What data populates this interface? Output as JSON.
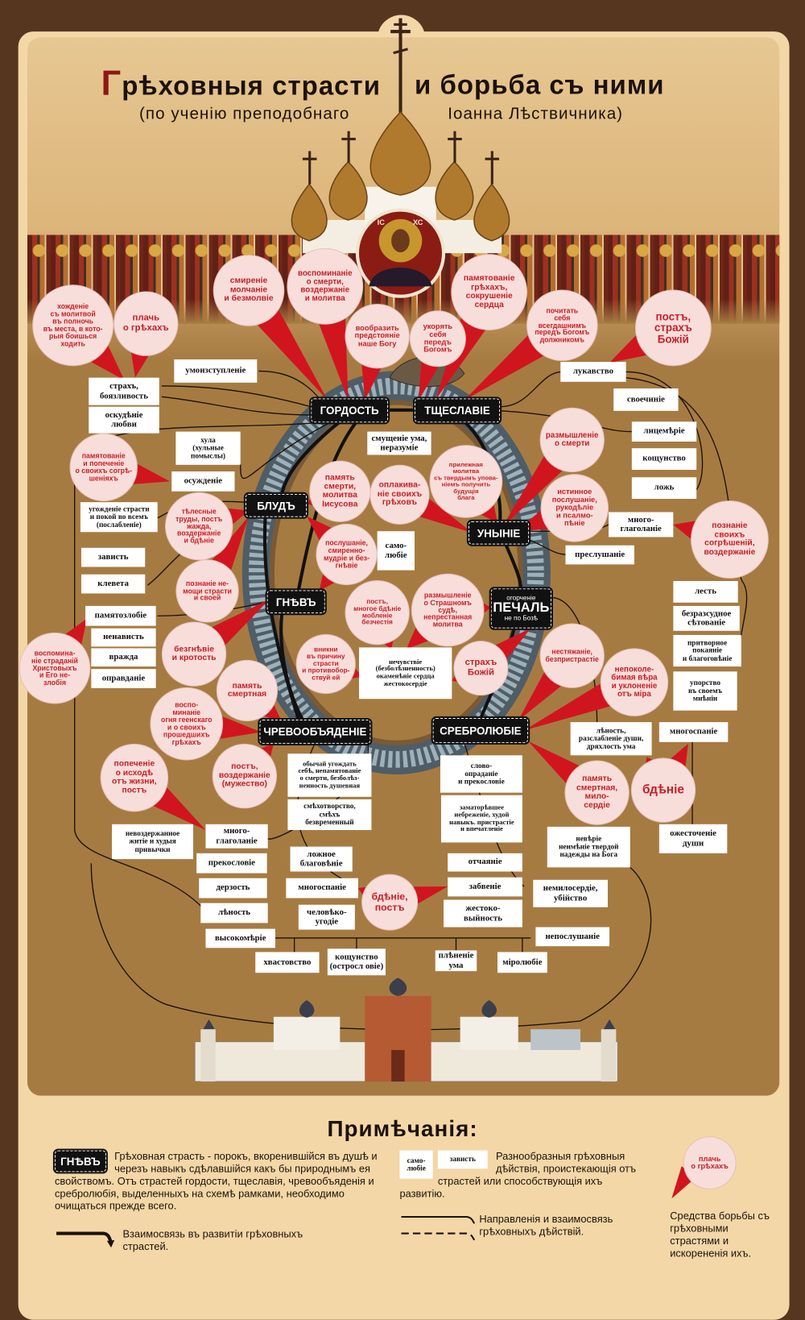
{
  "title": {
    "first_letter": "Г",
    "rest": "рѣховныя страсти",
    "right": "и борьба съ ними",
    "subtitle_left": "(по ученію преподобнаго",
    "subtitle_right": "Іоанна Лѣствичника)"
  },
  "icon": {
    "left": "ІС",
    "right": "ХС"
  },
  "passions": [
    {
      "label": "Гордость"
    },
    {
      "label": "Тщеславіе"
    },
    {
      "label": "Блудъ"
    },
    {
      "label": "Уныніе"
    },
    {
      "label": "Гнѣвъ"
    },
    {
      "label": "Печаль",
      "above": "огорченіе",
      "below": "не по Бозѣ"
    },
    {
      "label": "Чревообъяденіе"
    },
    {
      "label": "Сребролюбіе"
    }
  ],
  "actions": [
    "умоизступленіе",
    "страхъ,\nбоязливость",
    "оскудѣніе\nлюбви",
    "хула\n(хульные\nпомыслы)",
    "осужденіе",
    "угожденіе страсти\nи покой во всемъ\n(послабленіе)",
    "зависть",
    "клевета",
    "памятозлобіе",
    "ненависть",
    "вражда",
    "оправданіе",
    "смущеніе ума,\nнеразуміе",
    "само-\nлюбіе",
    "нечувствіе\n(безболѣзненность)\nокаменѣніе сердца\nжестокосердіе",
    "лукавство",
    "своечиніе",
    "лицемѣріе",
    "кощунство",
    "ложь",
    "много-\nглаголаніе",
    "преслушаніе",
    "лесть",
    "безразсудное\nсѣтованіе",
    "притворное\nпокаяніе\nи благоговѣніе",
    "упорство\nвъ своемъ\nмнѣніи",
    "лѣность,\nразслабленіе души,\nдряхлость ума",
    "многоспаніе",
    "обычай угождать\nсебѣ, непамятованіе\nо смерти, безболѣз-\nненность душевная",
    "смѣхотворство,\nсмѣхъ\nбезвременный",
    "ложное\nблаговѣніе",
    "многоспаніе",
    "человѣко-\nугодіе",
    "слово-\nопраданіе\nи прекословіе",
    "заматорѣвшее\nнебреженіе, худой\nнавыкъ. пристрастіе\nи впечатленіе",
    "отчаяніе",
    "забвеніе",
    "жестоко-\nвыйность",
    "невѣріе\nнеимѣніе твердой\nнадежды на Бога",
    "немилосердіе,\nубійство",
    "непослушаніе",
    "ожесточеніе\nдуши",
    "невоздержанное\nжитіе и худыя\nпривычки",
    "много-\nглаголаніе",
    "прекословіе",
    "дерзость",
    "лѣность",
    "высокомѣріе",
    "хвастовство",
    "кощунство\n(остросл овіе)",
    "плѣненіе\nума",
    "міролюбіе"
  ],
  "remedies": [
    "хожденіе\nсъ молитвой\nвъ полночь\nвъ места, в кото-\nрыя боишься\nходить",
    "плачь\nо грѣхахъ",
    "смиреніе\nмолчаніе\nи безмолвіе",
    "воспоминаніе\nо смерти,\nвоздержаніе\nи молитва",
    "вообразить\nпредстояніе\nнаше Богу",
    "укорять\nсебя\nпередъ\nБогомъ",
    "памятованіе\nгрѣхахъ,\nсокрушеніе\nсердца",
    "почитать\nсебя\nвсегдашнимъ\nпередъ Богомъ\nдолжникомъ",
    "постъ,\nстрахъ\nБожій",
    "памятованіе\nи попеченіе\nо своихъ согрѣ-\nшеніяхъ",
    "тѣлесные\nтруды, постъ\nжажда,\nвоздержаніе\nи бдѣніе",
    "познаніе не-\nмощи страсти\nи своей",
    "память\nсмерти,\nмолитва\nІисусова",
    "оплакива-\nніе своихъ\nгрѣховъ",
    "прилежная\nмолитва\nсъ твердымъ упова-\nніемъ получить\nбудущія\nблага",
    "послушаніе,\nсмиренно-\nмудріе и без-\nгнѣвіе",
    "размышленіе\nо смерти",
    "истинное\nпослушаніе,\nрукодѣліе\nи псалмо-\nпѣніе",
    "познаніе\nсвоихъ\nсогрѣшеній,\nвоздержаніе",
    "постъ,\nмногое бдѣніе\nмобленіе\nбезчестія",
    "размышленіе\nо Страшномъ\nсудѣ,\nнепрестанная\nмолитва",
    "вникни\nвъ причину\nстрасти\nи противобор-\nствуй ей",
    "страхъ\nБожій",
    "безгнѣвіе\nи кротость",
    "память\nсмертная",
    "воспо-\nминаніе\nогня геенскаго\nи о своихъ\nпрошедшихъ\nгрѣхахъ",
    "нестяжаніе,\nбезпристрастіе",
    "непоколе-\nбимая вѣра\nи уклоненіе\nотъ міра",
    "воспомина-\nніе страданій\nХристовыхъ\nи Его не-\nзлобія",
    "попеченіе\nо исходѣ\nотъ жизни,\nпостъ",
    "постъ,\nвоздержаніе\n(мужество)",
    "память\nсмертная,\nмило-\nсердіе",
    "бдѣніе",
    "бдѣніе,\nпостъ"
  ],
  "notes": {
    "heading": "Примѣчанія:",
    "passion_sample": "Гнѣвъ",
    "passion_text": "Грѣховная страсть - порокъ, вкоренившійся въ душѣ и черезъ навыкъ сдѣлавшійся какъ бы природнымъ ея свойствомъ. Отъ страстей гордости, тщеславія, чревообъяденія и сребролюбія, выделенныхъ на схемѣ рамками, необходимо очищаться прежде всего.",
    "thick_arrow_text": "Взаимосвязь въ развитіи грѣховныхъ страстей.",
    "action_sample_1": "само-\nлюбіе",
    "action_sample_2": "зависть",
    "action_text": "Разнообразныя грѣховныя дѣйствія, проистекающія отъ страстей или способствующія ихъ развитію.",
    "thin_arrow_text": "Направленія и взаимосвязь грѣховныхъ дѣйствій.",
    "remedy_sample": "плачь\nо грѣхахъ",
    "remedy_text": "Средства борьбы съ грѣховными страстями и искорененія ихъ."
  },
  "colors": {
    "background": "#57361f",
    "cream": "#f3d7a7",
    "ochre": "#a67b42",
    "remedy_text": "#c81e26",
    "remedy_fill": "#f7dedb"
  }
}
